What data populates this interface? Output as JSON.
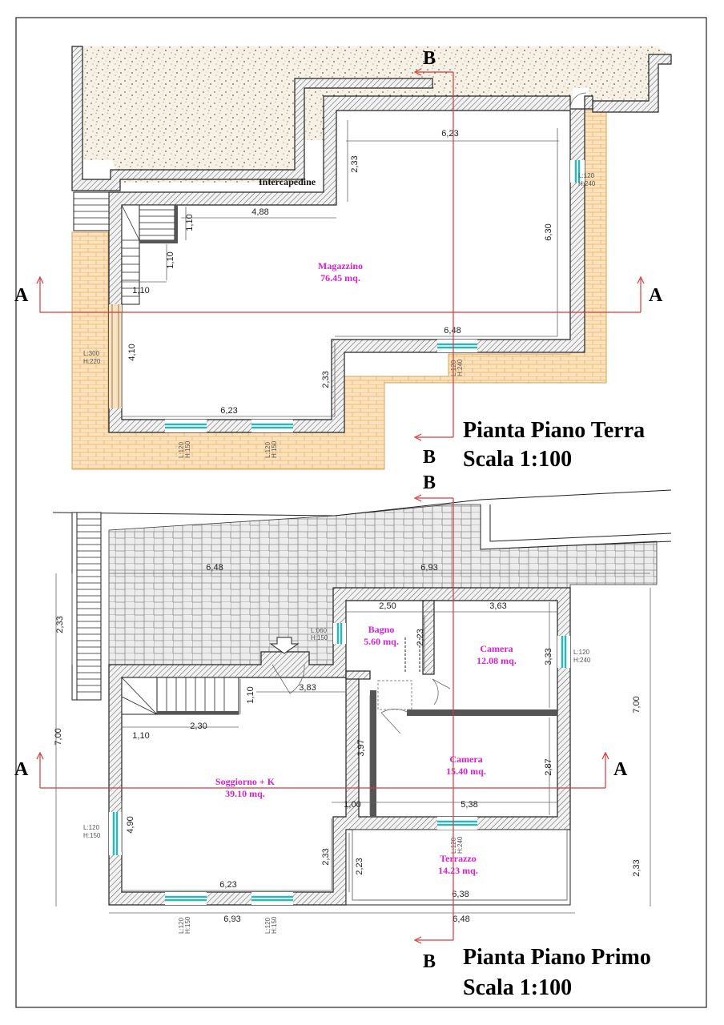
{
  "ground_floor": {
    "title": "Pianta Piano Terra",
    "scale": "Scala 1:100",
    "label_intercapedine": "Intercapedine",
    "room": {
      "name": "Magazzino",
      "area": "76.45 mq."
    },
    "dims": {
      "top": "6,23",
      "left_step": "2,33",
      "stair_w": "4,88",
      "right": "6,30",
      "stair_a": "1,10",
      "stair_b": "1,10",
      "stair_c": "1,10",
      "left": "4,10",
      "mid_w": "6,48",
      "bottom_step": "2,33",
      "bottom": "6,23"
    },
    "windows": {
      "door_left_l": "L:300",
      "door_left_h": "H:220",
      "right_l": "L:120",
      "right_h": "H:240",
      "mid_l": "L:120",
      "mid_h": "H:240",
      "b1_l": "L:120",
      "b1_h": "H:150",
      "b2_l": "L:120",
      "b2_h": "H:150"
    }
  },
  "first_floor": {
    "title": "Pianta Piano Primo",
    "scale": "Scala 1:100",
    "rooms": {
      "bagno": {
        "name": "Bagno",
        "area": "5.60 mq."
      },
      "camera1": {
        "name": "Camera",
        "area": "12.08 mq."
      },
      "camera2": {
        "name": "Camera",
        "area": "15.40 mq."
      },
      "soggiorno": {
        "name": "Soggiorno + K",
        "area": "39.10 mq."
      },
      "terrazzo": {
        "name": "Terrazzo",
        "area": "14.23 mq."
      }
    },
    "dims": {
      "top_left": "6,48",
      "top_right": "6,93",
      "bagno_w": "2,50",
      "camera_w": "3,63",
      "bagno_h": "2,23",
      "camera_h": "3,33",
      "outer_right": "7,00",
      "outer_left": "7,00",
      "left_upper": "2,33",
      "stair_w": "3,83",
      "stair_h": "1,10",
      "stair_a": "1,10",
      "stair_b": "2,30",
      "corr_h": "3,97",
      "camera2_h": "2,87",
      "left_mid": "4,90",
      "mid_a": "1,00",
      "mid_b": "5,38",
      "ter_h": "2,23",
      "liv_step": "2,33",
      "liv_w": "6,23",
      "ter_w": "6,38",
      "right_lower": "2,33",
      "bottom_a": "6,93",
      "bottom_b": "6,48"
    },
    "windows": {
      "bagno_l": "L:060",
      "bagno_h": "H:150",
      "cam_l": "L:120",
      "cam_h": "H:240",
      "left_l": "L:120",
      "left_h": "H:150",
      "ter_l": "L:120",
      "ter_h": "H:240",
      "b1_l": "L:120",
      "b1_h": "H:150",
      "b2_l": "L:120",
      "b2_h": "H:150"
    }
  },
  "section_marks": {
    "a": "A",
    "b": "B"
  },
  "colors": {
    "room_label": "#d61fd0",
    "section_line": "#d43a3a",
    "glass": "#2fb5b8",
    "brick": "#e8b36a"
  }
}
